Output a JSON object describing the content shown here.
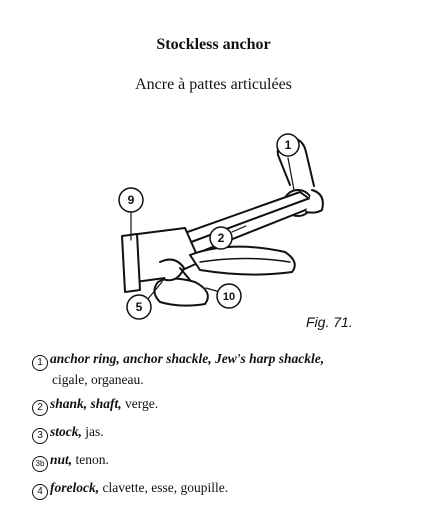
{
  "heading": {
    "title": "Stockless anchor",
    "subtitle": "Ancre à pattes articulées"
  },
  "figure": {
    "label": "Fig. 71.",
    "callouts": [
      "1",
      "2",
      "9",
      "5",
      "10"
    ]
  },
  "legend": [
    {
      "num": "1",
      "terms": "anchor ring, anchor shackle, Jew's harp shackle,",
      "translation_line1": "",
      "translation_line2": "cigale, organeau."
    },
    {
      "num": "2",
      "terms": "shank, shaft,",
      "translation_line1": " verge.",
      "translation_line2": ""
    },
    {
      "num": "3",
      "terms": "stock,",
      "translation_line1": " jas.",
      "translation_line2": ""
    },
    {
      "num": "3b",
      "terms": "nut,",
      "translation_line1": " tenon.",
      "translation_line2": ""
    },
    {
      "num": "4",
      "terms": "forelock,",
      "translation_line1": " clavette, esse, goupille.",
      "translation_line2": ""
    }
  ]
}
